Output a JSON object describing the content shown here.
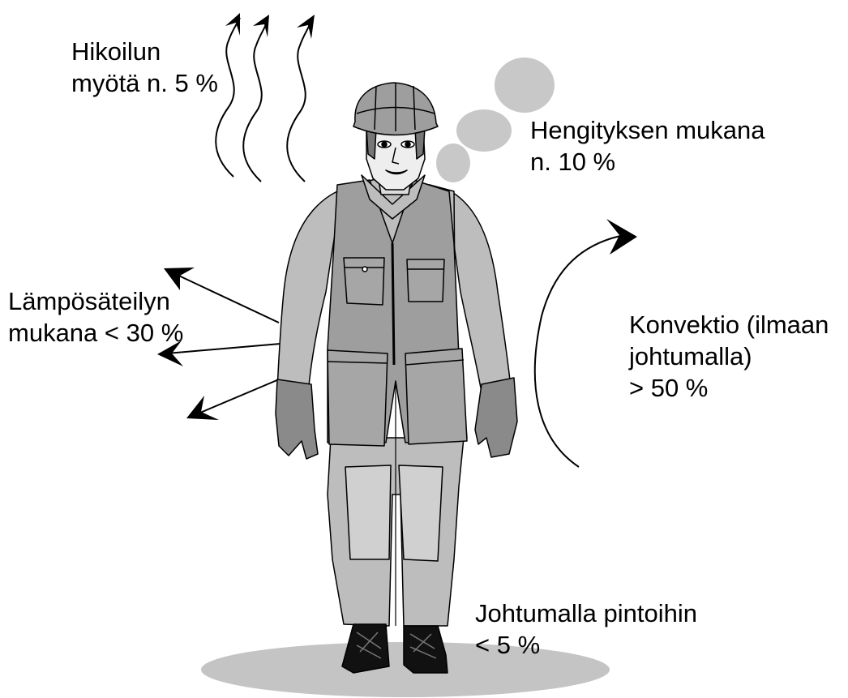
{
  "labels": {
    "sweat": {
      "line1": "Hikoilun",
      "line2": "myötä n. 5 %"
    },
    "breath": {
      "line1": "Hengityksen mukana",
      "line2": "n. 10 %"
    },
    "radiation": {
      "line1": "Lämpösäteilyn",
      "line2": "mukana < 30 %"
    },
    "convection": {
      "line1": "Konvektio (ilmaan",
      "line2": "johtumalla)",
      "line3": "> 50 %"
    },
    "conduction": {
      "line1": "Johtumalla pintoihin",
      "line2": "< 5 %"
    }
  },
  "colors": {
    "suit": "#bdbdbd",
    "vest": "#9e9e9e",
    "gloves": "#8a8a8a",
    "floor": "#c4c4c4",
    "breath_clouds": "#c8c8c8",
    "boots": "#111111",
    "lines": "#000000"
  }
}
